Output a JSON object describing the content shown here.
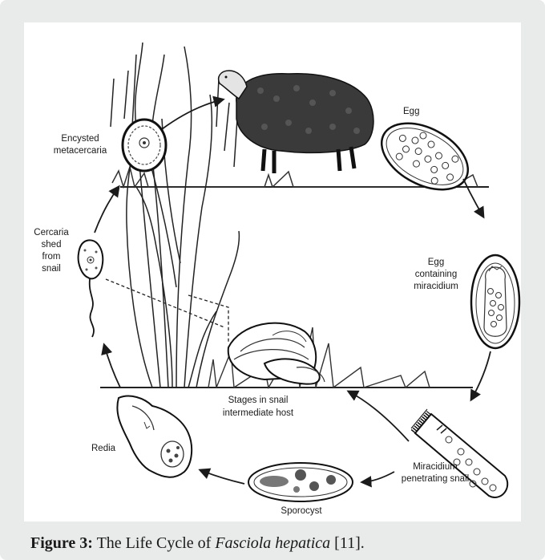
{
  "diagram": {
    "labels": {
      "egg": "Egg",
      "encysted_1": "Encysted",
      "encysted_2": "metacercaria",
      "egg_mira_1": "Egg",
      "egg_mira_2": "containing",
      "egg_mira_3": "miracidium",
      "cercaria_1": "Cercaria",
      "cercaria_2": "shed",
      "cercaria_3": "from",
      "cercaria_4": "snail",
      "stages_1": "Stages in snail",
      "stages_2": "intermediate host",
      "redia": "Redia",
      "miracidium_1": "Miracidium",
      "miracidium_2": "penetrating snail",
      "sporocyst": "Sporocyst"
    }
  },
  "caption": {
    "label": "Figure 3:",
    "text_before": " The Life Cycle of ",
    "scientific_name": "Fasciola hepatica",
    "text_after": " [11]."
  }
}
